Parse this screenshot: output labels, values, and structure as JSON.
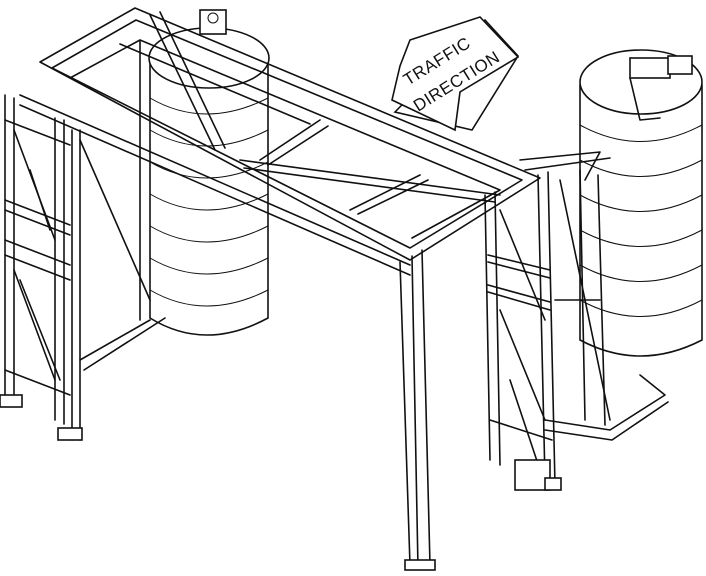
{
  "diagram": {
    "annotation": {
      "line1": "TRAFFIC",
      "line2": "DIRECTION",
      "arrow_icon": "traffic-direction-arrow"
    },
    "stroke_color": "#111111",
    "background_color": "#ffffff"
  }
}
